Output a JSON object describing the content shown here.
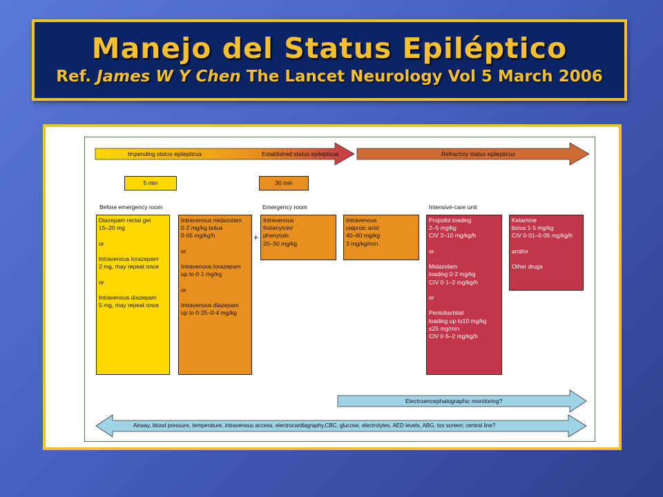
{
  "title": {
    "main": "Manejo del Status Epiléptico",
    "ref_prefix": "Ref. ",
    "ref_author": "James W Y Chen",
    "ref_rest": "  The Lancet Neurology Vol 5 March 2006"
  },
  "colors": {
    "yellow": "#ffd800",
    "orange": "#e8901e",
    "red": "#c3364a",
    "blue": "#9fd3e8",
    "frame": "#f2c12e",
    "title_bg": "#0b2466"
  },
  "stages": {
    "impending": "Impending status epilepticus",
    "established": "Established status epilepticus",
    "refractory": "Refractory status epilepticus"
  },
  "times": {
    "t1": "5 min",
    "t2": "30 min"
  },
  "sections": {
    "before_er": "Before emergency room",
    "er": "Emergency room",
    "icu": "Intensive-care unit"
  },
  "boxes": {
    "diazepam": [
      "Diazepam rectal gel",
      "15–20 mg",
      "",
      "or",
      "",
      "Intravenous lorazepam",
      "2 mg, may repeat once",
      "",
      "or",
      "",
      "Intravenous diazepam",
      "5 mg, may repeat once"
    ],
    "midazolam": [
      "Intravenous midazolam",
      "0·2 mg/kg bolus",
      "0·05 mg/kg/h",
      "",
      "or",
      "",
      "Intravenous lorazepam",
      "up to 0·1 mg/kg",
      "",
      "or",
      "",
      "Intravenous diazepam",
      "up to 0·25–0·4 mg/kg"
    ],
    "fosphenytoin": [
      "Intravenous",
      "fostenytoin/",
      "phenytoin",
      "20–30 mg/kg"
    ],
    "valproic": [
      "Intravenous",
      "valproic acid",
      "40–60 mg/kg",
      "3 mg/kg/min"
    ],
    "propofol": [
      "Propofol loading",
      "2–5 mg/kg",
      "CIV 2–10 mg/kg/h",
      "",
      "or",
      "",
      "Midazolam",
      "loading 0·2 mg/kg",
      "CIV 0·1–2 mg/kg/h",
      "",
      "or",
      "",
      "Pentobarbital",
      "loading up to10 mg/kg",
      "≤25 mg/min",
      "CIV 0·5–2 mg/kg/h"
    ],
    "ketamine": [
      "Ketamine",
      "bolus 1·5 mg/kg",
      "CIV 0·01–0·05 mg/kg/h",
      "",
      "and/or",
      "",
      "Other drugs"
    ]
  },
  "plus_sign": "+",
  "eeg_label": "Electroencephalographic monitoring?",
  "support_label": "Airway, blood pressure, temperature, intravenous access, electrocardiagraphy,CBC, glucose, electrolytes, AED levels, ABG, tox screen; central line?"
}
